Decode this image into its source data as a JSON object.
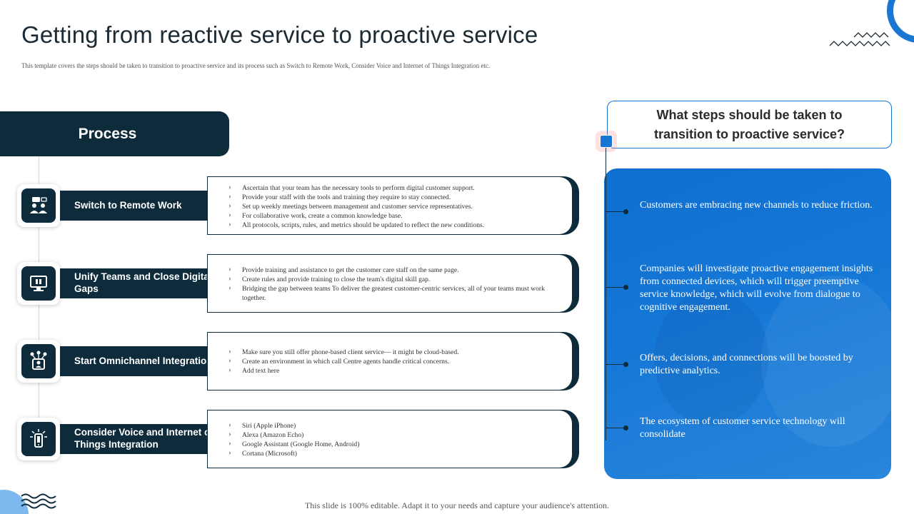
{
  "title": "Getting from reactive service to proactive service",
  "subtitle": "This template covers the steps should be taken to transition to proactive service and its process such as Switch to Remote Work, Consider Voice and Internet of Things Integration etc.",
  "process_header": "Process",
  "steps": [
    {
      "label": "Switch to Remote Work",
      "icon": "remote-team-icon",
      "bullets": [
        "Ascertain that your team has the necessary tools to perform digital customer support.",
        "Provide your staff with the tools and training they require to stay connected.",
        "Set up weekly meetings between management and customer service representatives.",
        "For collaborative work, create a common knowledge base.",
        "All protocols, scripts, rules, and metrics should be updated to reflect the new conditions."
      ]
    },
    {
      "label": "Unify Teams and Close Digital Gaps",
      "icon": "monitor-icon",
      "bullets": [
        "Provide training and assistance to get the customer care staff on the same page.",
        "Create rules and provide training to close the team's digital skill gap.",
        "Bridging the gap between teams To deliver the greatest customer-centric services, all of your teams must work together."
      ]
    },
    {
      "label": "Start Omnichannel Integration",
      "icon": "omnichannel-icon",
      "bullets": [
        "Make sure you still offer phone-based client service— it might be cloud-based.",
        "Create an environment in which call Centre agents handle critical concerns.",
        "Add text here"
      ]
    },
    {
      "label": "Consider Voice and Internet of Things Integration",
      "icon": "smartphone-signal-icon",
      "bullets": [
        "Siri (Apple iPhone)",
        "Alexa (Amazon Echo)",
        "Google Assistant (Google Home, Android)",
        "Cortana (Microsoft)"
      ]
    }
  ],
  "question": "What steps should be taken to transition to proactive service?",
  "points": [
    "Customers are embracing new channels to reduce friction.",
    "Companies will investigate proactive engagement insights from connected devices, which will trigger preemptive service knowledge, which will evolve from dialogue to cognitive engagement.",
    "Offers, decisions, and connections will be boosted by predictive analytics.",
    "The ecosystem of customer service technology will consolidate"
  ],
  "footer": "This slide is 100% editable. Adapt it to your needs and capture your audience's attention.",
  "colors": {
    "navy": "#0e2b3c",
    "blue": "#1976d2"
  }
}
